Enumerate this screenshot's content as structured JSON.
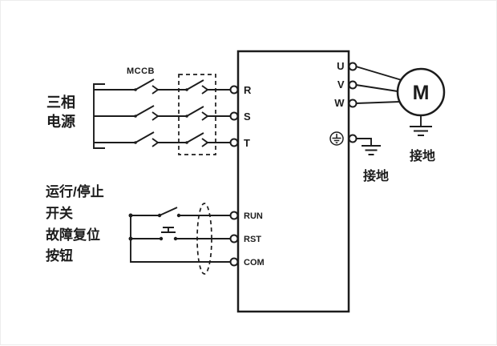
{
  "labels": {
    "power_line1": "三相",
    "power_line2": "电源",
    "breaker": "MCCB",
    "run_stop_line1": "运行/停止",
    "run_stop_line2": "开关",
    "reset_line1": "故障复位",
    "reset_line2": "按钮",
    "motor": "M",
    "ground_inverter": "接地",
    "ground_motor": "接地"
  },
  "inverter": {
    "left_terminals": [
      {
        "label": "R"
      },
      {
        "label": "S"
      },
      {
        "label": "T"
      },
      {
        "label": "RUN"
      },
      {
        "label": "RST"
      },
      {
        "label": "COM"
      }
    ],
    "right_terminals": [
      {
        "label": "U"
      },
      {
        "label": "V"
      },
      {
        "label": "W"
      }
    ]
  }
}
